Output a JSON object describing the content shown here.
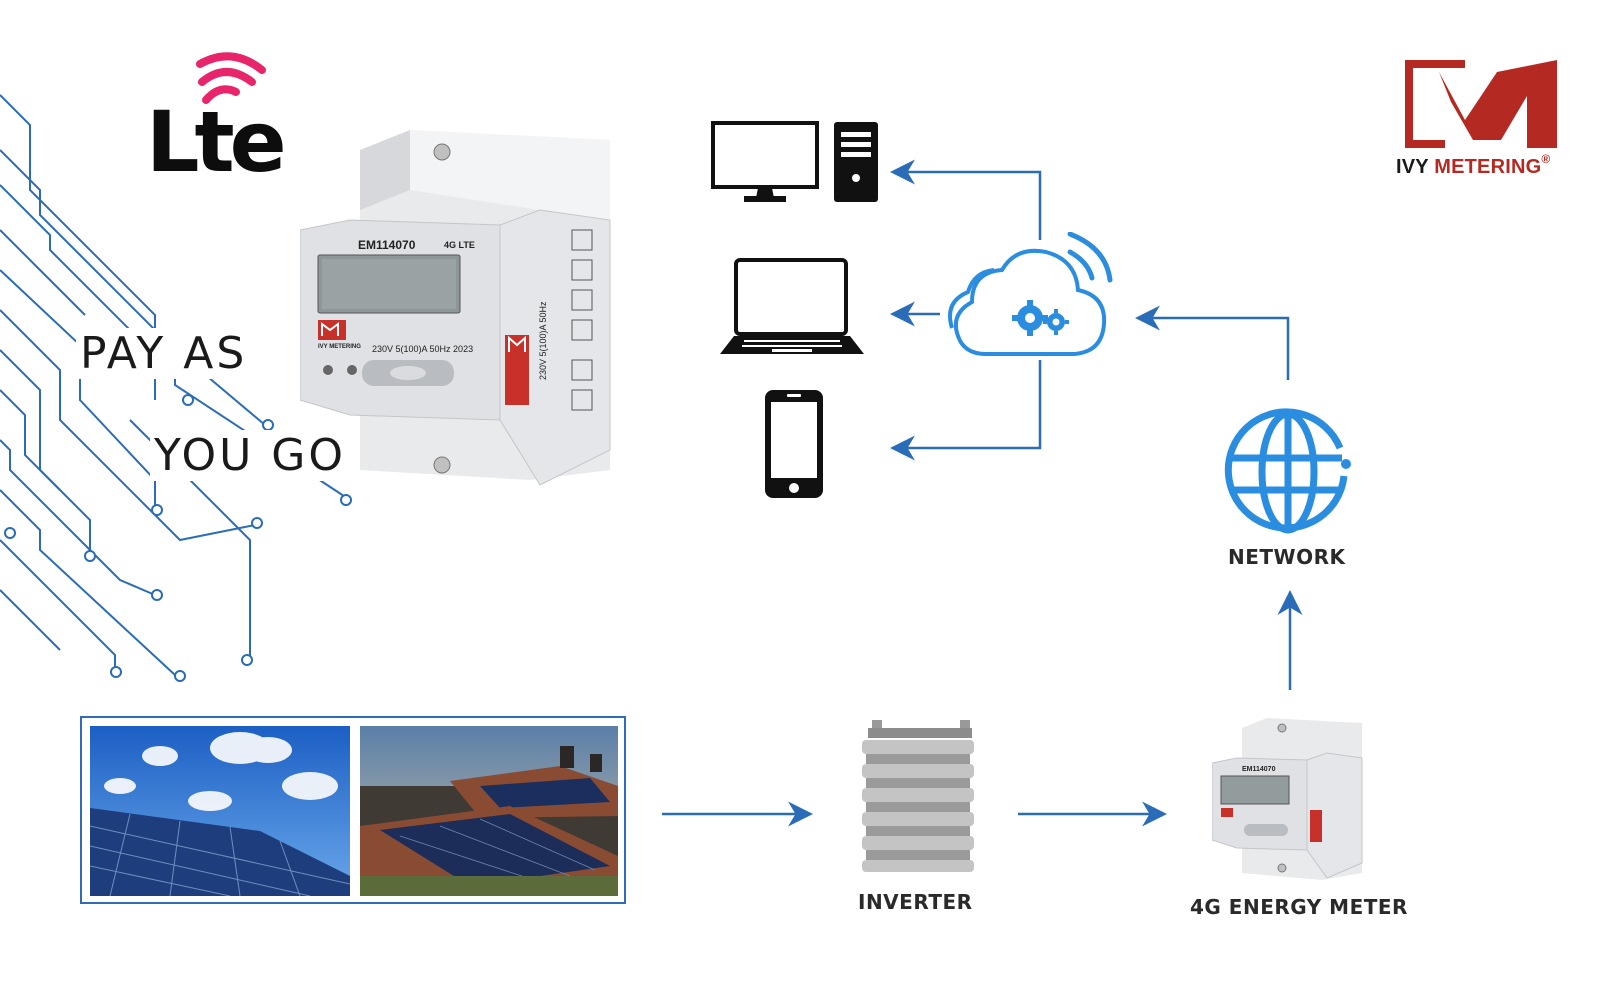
{
  "brand": {
    "name_prefix": "IVY ",
    "name_accent": "METERING",
    "registered": "®"
  },
  "lte_logo": {
    "text": "Lte"
  },
  "slogan": {
    "line1": "PAY AS",
    "line2": "YOU GO"
  },
  "meter": {
    "model": "EM114070",
    "lte_badge": "4G LTE",
    "spec": "230V  5(100)A 50Hz  2023",
    "brand_small": "IVY METERING",
    "side_text": "230V  5(100)A 50Hz"
  },
  "diagram": {
    "nodes": {
      "network": "NETWORK",
      "inverter": "INVERTER",
      "energy_meter": "4G ENERGY METER"
    },
    "icons": {
      "desktop": "desktop-computer-icon",
      "laptop": "laptop-icon",
      "phone": "smartphone-icon",
      "cloud": "cloud-settings-icon",
      "globe": "globe-icon"
    }
  },
  "colors": {
    "arrow_blue": "#2a6cb8",
    "icon_blue": "#2a8de0",
    "brand_red": "#b42a22",
    "text_dark": "#2a2a2a"
  }
}
